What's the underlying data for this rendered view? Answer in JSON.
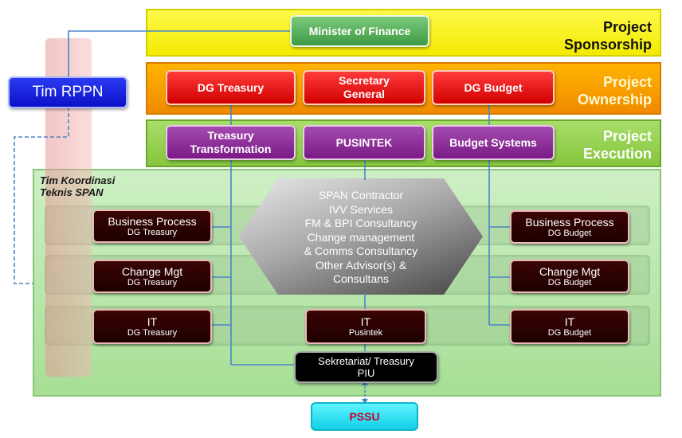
{
  "bands": {
    "sponsorship": [
      "Project",
      "Sponsorship"
    ],
    "ownership": [
      "Project",
      "Ownership"
    ],
    "execution": [
      "Project",
      "Execution"
    ]
  },
  "coordination_title": [
    "Tim Koordinasi",
    "Teknis SPAN"
  ],
  "rppn": "Tim RPPN",
  "minister": "Minister of Finance",
  "owners": {
    "dg_treasury": [
      "DG Treasury"
    ],
    "secretary_general": [
      "Secretary",
      "General"
    ],
    "dg_budget": [
      "DG Budget"
    ]
  },
  "executors": {
    "treasury_transformation": [
      "Treasury",
      "Transformation"
    ],
    "pusintek": [
      "PUSINTEK"
    ],
    "budget_systems": [
      "Budget Systems"
    ]
  },
  "hexagon": [
    "SPAN Contractor",
    "IVV Services",
    "FM & BPI Consultancy",
    "Change management",
    "& Comms Consultancy",
    "Other Advisor(s) &",
    "Consultans"
  ],
  "left_boxes": [
    {
      "main": "Business Process",
      "sub": "DG Treasury"
    },
    {
      "main": "Change Mgt",
      "sub": "DG Treasury"
    },
    {
      "main": "IT",
      "sub": "DG Treasury"
    }
  ],
  "right_boxes": [
    {
      "main": "Business Process",
      "sub": "DG Budget"
    },
    {
      "main": "Change Mgt",
      "sub": "DG Budget"
    },
    {
      "main": "IT",
      "sub": "DG Budget"
    }
  ],
  "center_it": {
    "main": "IT",
    "sub": "Pusintek"
  },
  "piu": [
    "Sekretariat/ Treasury",
    "PIU"
  ],
  "pssu": "PSSU",
  "colors": {
    "sponsorship": "#f7ef1c",
    "ownership": "#f59c00",
    "execution": "#8fcd4a",
    "coordination": "#b6e6a8",
    "owner_box": "#e60000",
    "executor_box": "#8a2a96",
    "unit_box": "#2a0000",
    "rppn_box": "#1420dc",
    "pssu_box": "#2ee3f5",
    "connector": "#4a86c8"
  }
}
